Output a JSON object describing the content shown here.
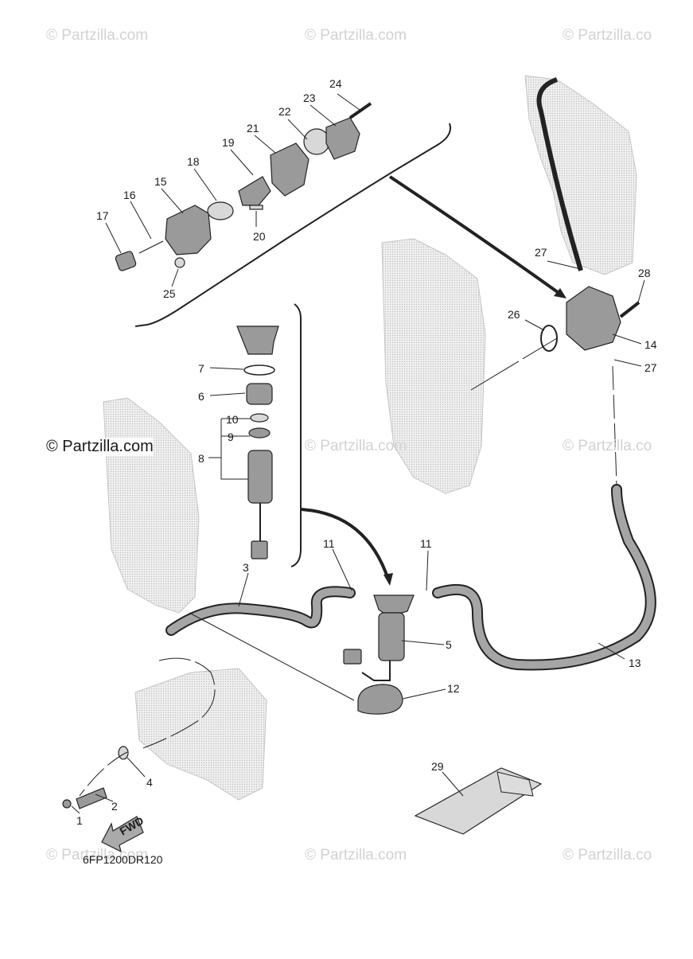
{
  "watermarks": {
    "top_left": "© Partzilla.com",
    "top_center": "© Partzilla.com",
    "top_right": "© Partzilla.co",
    "mid_left": "© Partzilla.com",
    "mid_center": "© Partzilla.com",
    "mid_right": "© Partzilla.co",
    "bottom_left": "© Partzilla.com",
    "bottom_center": "© Partzilla.com",
    "bottom_right": "© Partzilla.co"
  },
  "diagram_code": "6FP1200DR120",
  "fwd_label": "FWD",
  "callouts": {
    "c1": "1",
    "c2": "2",
    "c3": "3",
    "c4": "4",
    "c5": "5",
    "c6": "6",
    "c7": "7",
    "c8": "8",
    "c9": "9",
    "c10": "10",
    "c11a": "11",
    "c11b": "11",
    "c12": "12",
    "c13": "13",
    "c14": "14",
    "c15": "15",
    "c16": "16",
    "c17": "17",
    "c18": "18",
    "c19": "19",
    "c20": "20",
    "c21": "21",
    "c22": "22",
    "c23": "23",
    "c24": "24",
    "c25": "25",
    "c26": "26",
    "c27a": "27",
    "c27b": "27",
    "c28": "28",
    "c29": "29"
  }
}
